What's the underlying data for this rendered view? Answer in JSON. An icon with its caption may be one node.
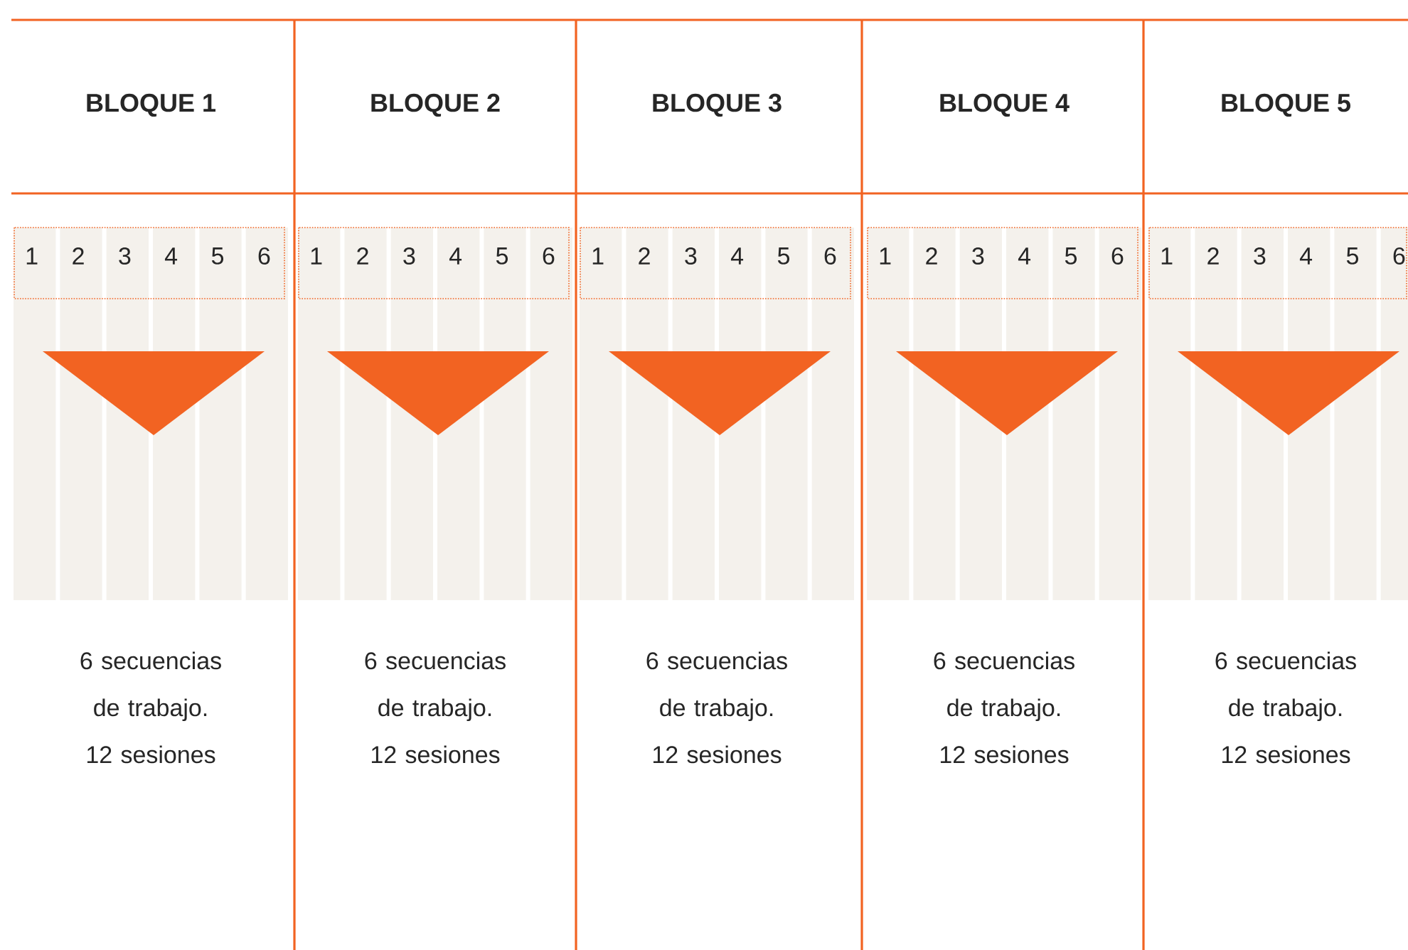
{
  "diagram": {
    "nodes": [
      {
        "text": [
          "BLOQUE 1"
        ]
      },
      {
        "text": [
          "BLOQUE 2"
        ]
      },
      {
        "text": [
          "BLOQUE 3"
        ]
      },
      {
        "text": [
          "BLOQUE 4"
        ]
      },
      {
        "text": [
          "BLOQUE 5"
        ]
      },
      {
        "text": [
          "1",
          "2",
          "3",
          "4",
          "5",
          "6"
        ]
      },
      {
        "text": [
          "1",
          "2",
          "3",
          "4",
          "5",
          "6"
        ]
      },
      {
        "text": [
          "1",
          "2",
          "3",
          "4",
          "5",
          "6"
        ]
      },
      {
        "text": [
          "1",
          "2",
          "3",
          "4",
          "5",
          "6"
        ]
      },
      {
        "text": [
          "1",
          "2",
          "3",
          "4",
          "5",
          "6"
        ]
      },
      {
        "text": [
          "6 secuencias de trabajo. 12 sesiones"
        ]
      },
      {
        "text": [
          "6 secuencias de trabajo. 12 sesiones"
        ]
      },
      {
        "text": [
          "6 secuencias de trabajo. 12 sesiones"
        ]
      },
      {
        "text": [
          "6 secuencias de trabajo. 12 sesiones"
        ]
      },
      {
        "text": [
          "6 secuencias de trabajo. 12 sesiones"
        ]
      }
    ]
  }
}
